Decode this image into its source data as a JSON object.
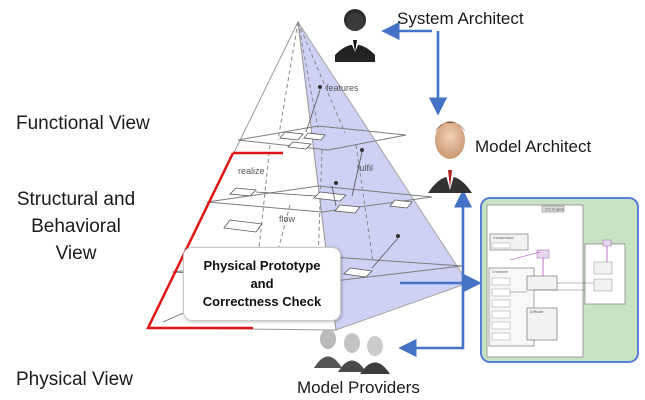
{
  "views": {
    "functional": "Functional View",
    "structural_line1": "Structural and",
    "structural_line2": "Behavioral",
    "structural_line3": "View",
    "physical": "Physical View"
  },
  "roles": {
    "system_architect": "System Architect",
    "model_architect": "Model Architect",
    "model_providers": "Model Providers"
  },
  "pyramid_annotations": {
    "features": "features",
    "realize": "realize",
    "fulfil": "fulfil",
    "flow": "flow"
  },
  "callout": {
    "line1": "Physical Prototype",
    "line2": "and",
    "line3": "Correctness Check"
  },
  "colors": {
    "pyramid_shade": "#c9cdf2",
    "bracket": "#e11414",
    "arrow": "#4472c4",
    "screenshot_bg": "#c8e3c4",
    "screenshot_border": "#5b7fd6"
  }
}
